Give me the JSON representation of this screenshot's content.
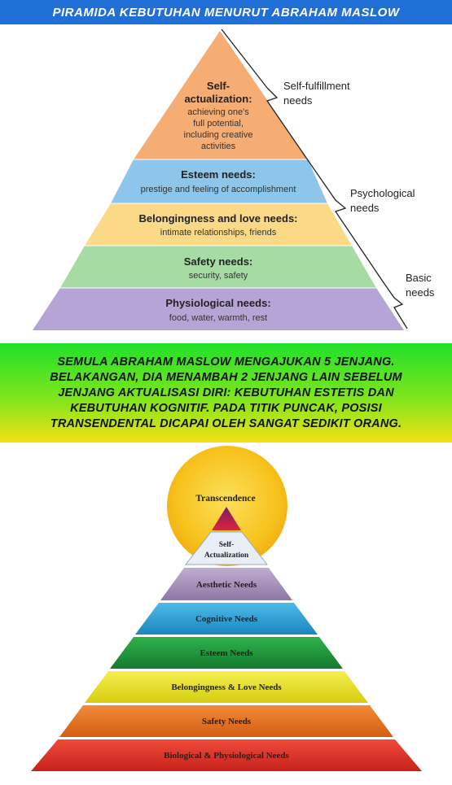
{
  "header": {
    "title": "PIRAMIDA KEBUTUHAN MENURUT ABRAHAM MASLOW"
  },
  "top_pyramid": {
    "self_actualization": {
      "title_lines": [
        "Self-",
        "actualization:"
      ],
      "desc_lines": [
        "achieving one's",
        "full potential,",
        "including creative",
        "activities"
      ]
    },
    "esteem": {
      "title": "Esteem needs:",
      "desc": "prestige and feeling of accomplishment"
    },
    "belonging": {
      "title": "Belongingness and love needs:",
      "desc": "intimate relationships, friends"
    },
    "safety": {
      "title": "Safety needs:",
      "desc": "security, safety"
    },
    "physiological": {
      "title": "Physiological needs:",
      "desc": "food, water, warmth, rest"
    },
    "groups": {
      "self_fulfillment": [
        "Self-fulfillment",
        "needs"
      ],
      "psychological": [
        "Psychological",
        "needs"
      ],
      "basic": [
        "Basic",
        "needs"
      ]
    }
  },
  "caption": {
    "lines": [
      "SEMULA ABRAHAM MASLOW MENGAJUKAN 5 JENJANG.",
      "BELAKANGAN, DIA MENAMBAH 2 JENJANG LAIN SEBELUM",
      "JENJANG AKTUALISASI DIRI: KEBUTUHAN ESTETIS DAN",
      "KEBUTUHAN KOGNITIF. PADA TITIK PUNCAK, POSISI",
      "TRANSENDENTAL DICAPAI OLEH SANGAT SEDIKIT ORANG."
    ]
  },
  "bottom_pyramid": {
    "transcendence": "Transcendence",
    "self_actualization": [
      "Self-",
      "Actualization"
    ],
    "levels": [
      "Aesthetic Needs",
      "Cognitive Needs",
      "Esteem Needs",
      "Belongingness & Love Needs",
      "Safety Needs",
      "Biological & Physiological Needs"
    ]
  },
  "colors": {
    "title_bar": "#1f6fd6",
    "orange": "#f6ad74",
    "blue": "#8ec5ea",
    "yellow": "#fbd986",
    "green": "#a6dca4",
    "purple": "#b6a4d6",
    "sun": "#f7c21c",
    "aesthetic": "#a38db3",
    "cognitive": "#2aa3d8",
    "esteem": "#1f9a3c",
    "belonging": "#e8e41a",
    "safety": "#e87320",
    "biological": "#e53326"
  }
}
